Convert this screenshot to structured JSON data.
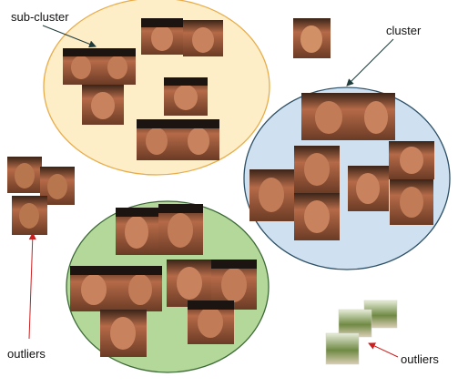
{
  "labels": {
    "sub_cluster": "sub-cluster",
    "cluster": "cluster",
    "outliers_left": "outliers",
    "outliers_right": "outliers"
  },
  "colors": {
    "orange_fill": "#fdeec8",
    "orange_stroke": "#e8ad4a",
    "blue_fill": "#cfe1f1",
    "blue_stroke": "#2d5066",
    "green_fill": "#b4d89a",
    "green_stroke": "#3c6a36",
    "dark_arrow": "#1f3a3a",
    "red_arrow": "#cc1f1f"
  },
  "icons": {
    "face": "face-thumbnail-icon",
    "scene": "scene-thumbnail-icon"
  }
}
